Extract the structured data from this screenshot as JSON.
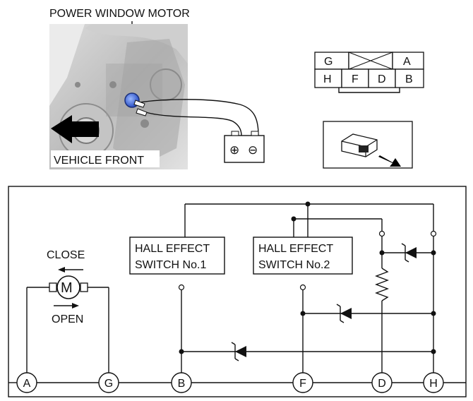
{
  "photo": {
    "title": "POWER WINDOW MOTOR",
    "front_label": "VEHICLE FRONT"
  },
  "battery": {
    "plus": "⊕",
    "minus": "⊖"
  },
  "connector": {
    "top": [
      "G",
      "",
      "A"
    ],
    "bottom": [
      "H",
      "F",
      "D",
      "B"
    ]
  },
  "schematic": {
    "switch1": [
      "HALL EFFECT",
      "SWITCH No.1"
    ],
    "switch2": [
      "HALL EFFECT",
      "SWITCH No.2"
    ],
    "motor_letter": "M",
    "close_label": "CLOSE",
    "open_label": "OPEN",
    "terminals": [
      "A",
      "G",
      "B",
      "F",
      "D",
      "H"
    ]
  }
}
